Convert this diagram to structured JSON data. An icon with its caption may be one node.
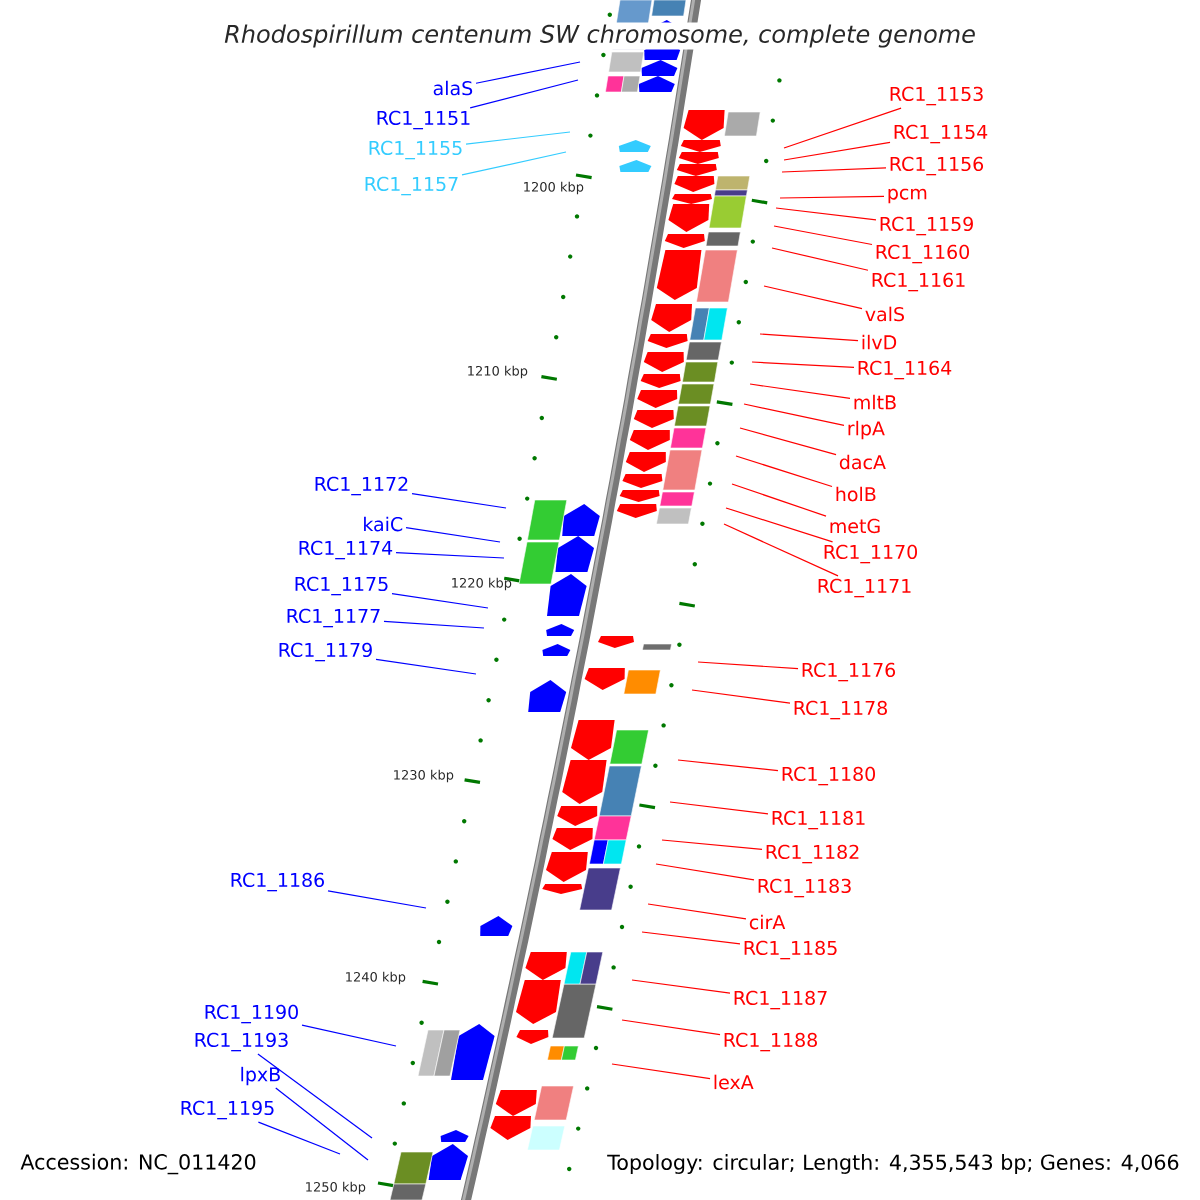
{
  "diagram": {
    "title": "Rhodospirillum centenum SW chromosome, complete genome",
    "nodes": [
      {
        "text": [
          "alaS"
        ]
      },
      {
        "text": [
          "RC1_1153"
        ]
      },
      {
        "text": [
          "RC1_1151"
        ]
      },
      {
        "text": [
          "RC1_1154"
        ]
      },
      {
        "text": [
          "RC1_1155"
        ]
      },
      {
        "text": [
          "RC1_1156"
        ]
      },
      {
        "text": [
          "RC1_1157"
        ]
      },
      {
        "text": [
          "pcm"
        ]
      },
      {
        "text": [
          "RC1_1159"
        ]
      },
      {
        "text": [
          "RC1_1160"
        ]
      },
      {
        "text": [
          "RC1_1161"
        ]
      },
      {
        "text": [
          "valS"
        ]
      },
      {
        "text": [
          "ilvD"
        ]
      },
      {
        "text": [
          "RC1_1164"
        ]
      },
      {
        "text": [
          "mltB"
        ]
      },
      {
        "text": [
          "rlpA"
        ]
      },
      {
        "text": [
          "dacA"
        ]
      },
      {
        "text": [
          "RC1_1172"
        ]
      },
      {
        "text": [
          "holB"
        ]
      },
      {
        "text": [
          "kaiC"
        ]
      },
      {
        "text": [
          "metG"
        ]
      },
      {
        "text": [
          "RC1_1174"
        ]
      },
      {
        "text": [
          "RC1_1170"
        ]
      },
      {
        "text": [
          "RC1_1175"
        ]
      },
      {
        "text": [
          "RC1_1171"
        ]
      },
      {
        "text": [
          "RC1_1177"
        ]
      },
      {
        "text": [
          "RC1_1179"
        ]
      },
      {
        "text": [
          "RC1_1176"
        ]
      },
      {
        "text": [
          "RC1_1178"
        ]
      },
      {
        "text": [
          "RC1_1180"
        ]
      },
      {
        "text": [
          "RC1_1181"
        ]
      },
      {
        "text": [
          "RC1_1182"
        ]
      },
      {
        "text": [
          "RC1_1186"
        ]
      },
      {
        "text": [
          "RC1_1183"
        ]
      },
      {
        "text": [
          "cirA"
        ]
      },
      {
        "text": [
          "RC1_1185"
        ]
      },
      {
        "text": [
          "RC1_1187"
        ]
      },
      {
        "text": [
          "RC1_1190"
        ]
      },
      {
        "text": [
          "RC1_1193"
        ]
      },
      {
        "text": [
          "RC1_1188"
        ]
      },
      {
        "text": [
          "lpxB"
        ]
      },
      {
        "text": [
          "lexA"
        ]
      },
      {
        "text": [
          "RC1_1195"
        ]
      }
    ],
    "edges": [
      {
        "from": 0,
        "to": null,
        "arrow": "none",
        "color": "#0000ff"
      },
      {
        "from": 1,
        "to": null,
        "arrow": "none"
      },
      {
        "from": 2,
        "to": null,
        "arrow": "none",
        "color": "#0000ff"
      },
      {
        "from": 3,
        "to": null,
        "arrow": "none"
      },
      {
        "from": 4,
        "to": null,
        "arrow": "none",
        "color": "#33ccff"
      },
      {
        "from": 5,
        "to": null,
        "arrow": "none"
      },
      {
        "from": 6,
        "to": null,
        "arrow": "none",
        "color": "#33ccff"
      },
      {
        "from": 7,
        "to": null,
        "arrow": "none"
      },
      {
        "from": 8,
        "to": null,
        "arrow": "none"
      },
      {
        "from": 9,
        "to": null,
        "arrow": "none"
      },
      {
        "from": 10,
        "to": null,
        "arrow": "none"
      },
      {
        "from": 11,
        "to": null,
        "arrow": "none"
      },
      {
        "from": 12,
        "to": null,
        "arrow": "none"
      },
      {
        "from": 13,
        "to": null,
        "arrow": "none"
      },
      {
        "from": 14,
        "to": null,
        "arrow": "none"
      },
      {
        "from": 15,
        "to": null,
        "arrow": "none"
      },
      {
        "from": 16,
        "to": null,
        "arrow": "none"
      },
      {
        "from": 17,
        "to": null,
        "arrow": "none",
        "color": "#0000ff"
      },
      {
        "from": 18,
        "to": null,
        "arrow": "none"
      },
      {
        "from": 19,
        "to": null,
        "arrow": "none",
        "color": "#0000ff"
      },
      {
        "from": 20,
        "to": null,
        "arrow": "none"
      },
      {
        "from": 21,
        "to": null,
        "arrow": "none",
        "color": "#0000ff"
      },
      {
        "from": 22,
        "to": null,
        "arrow": "none"
      },
      {
        "from": 23,
        "to": null,
        "arrow": "none",
        "color": "#0000ff"
      },
      {
        "from": 24,
        "to": null,
        "arrow": "none"
      },
      {
        "from": 25,
        "to": null,
        "arrow": "none",
        "color": "#0000ff"
      },
      {
        "from": 26,
        "to": null,
        "arrow": "none",
        "color": "#0000ff"
      },
      {
        "from": 27,
        "to": null,
        "arrow": "none"
      },
      {
        "from": 28,
        "to": null,
        "arrow": "none"
      },
      {
        "from": 29,
        "to": null,
        "arrow": "none"
      },
      {
        "from": 30,
        "to": null,
        "arrow": "none"
      },
      {
        "from": 31,
        "to": null,
        "arrow": "none"
      },
      {
        "from": 32,
        "to": null,
        "arrow": "none",
        "color": "#0000ff"
      },
      {
        "from": 33,
        "to": null,
        "arrow": "none"
      },
      {
        "from": 34,
        "to": null,
        "arrow": "none"
      },
      {
        "from": 35,
        "to": null,
        "arrow": "none"
      },
      {
        "from": 36,
        "to": null,
        "arrow": "none"
      },
      {
        "from": 37,
        "to": null,
        "arrow": "none",
        "color": "#0000ff"
      },
      {
        "from": 38,
        "to": null,
        "arrow": "none",
        "color": "#0000ff"
      },
      {
        "from": 39,
        "to": null,
        "arrow": "none"
      },
      {
        "from": 40,
        "to": null,
        "arrow": "none",
        "color": "#0000ff"
      },
      {
        "from": 41,
        "to": null,
        "arrow": "none"
      },
      {
        "from": 42,
        "to": null,
        "arrow": "none",
        "color": "#0000ff"
      }
    ],
    "labels": [
      "1200 kbp",
      "1210 kbp",
      "1220 kbp",
      "1230 kbp",
      "1240 kbp",
      "1250 kbp",
      "Accession: NC_011420",
      "Topology: circular; Length: 4,355,543 bp; Genes: 4,066"
    ]
  }
}
